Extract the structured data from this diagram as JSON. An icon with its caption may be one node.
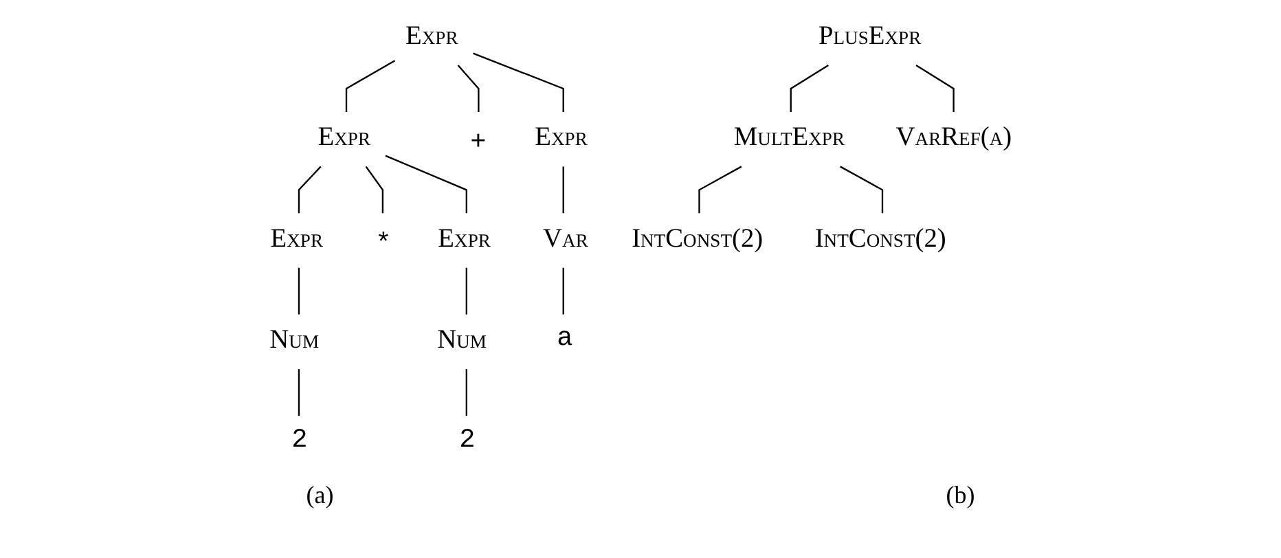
{
  "diagram": {
    "nodes": [
      {
        "text": [
          "Expr"
        ]
      },
      {
        "text": [
          "Expr"
        ]
      },
      {
        "text": [
          "+"
        ]
      },
      {
        "text": [
          "Expr"
        ]
      },
      {
        "text": [
          "Expr"
        ]
      },
      {
        "text": [
          "*"
        ]
      },
      {
        "text": [
          "Expr"
        ]
      },
      {
        "text": [
          "Var"
        ]
      },
      {
        "text": [
          "Num"
        ]
      },
      {
        "text": [
          "Num"
        ]
      },
      {
        "text": [
          "a"
        ]
      },
      {
        "text": [
          "2"
        ]
      },
      {
        "text": [
          "2"
        ]
      },
      {
        "text": [
          "PlusExpr"
        ]
      },
      {
        "text": [
          "MultExpr"
        ]
      },
      {
        "text": [
          "VarRef(a)"
        ]
      },
      {
        "text": [
          "IntConst(2)"
        ]
      },
      {
        "text": [
          "IntConst(2)"
        ]
      }
    ],
    "edges": [
      {
        "from": 0,
        "to": 1,
        "arrow": "none"
      },
      {
        "from": 0,
        "to": 2,
        "arrow": "none"
      },
      {
        "from": 0,
        "to": 3,
        "arrow": "none"
      },
      {
        "from": 1,
        "to": 4,
        "arrow": "none"
      },
      {
        "from": 1,
        "to": 5,
        "arrow": "none"
      },
      {
        "from": 1,
        "to": 6,
        "arrow": "none"
      },
      {
        "from": 3,
        "to": 7,
        "arrow": "none"
      },
      {
        "from": 4,
        "to": 8,
        "arrow": "none"
      },
      {
        "from": 6,
        "to": 9,
        "arrow": "none"
      },
      {
        "from": 7,
        "to": 10,
        "arrow": "none"
      },
      {
        "from": 8,
        "to": 11,
        "arrow": "none"
      },
      {
        "from": 9,
        "to": 12,
        "arrow": "none"
      },
      {
        "from": 13,
        "to": 14,
        "arrow": "none"
      },
      {
        "from": 13,
        "to": 15,
        "arrow": "none"
      },
      {
        "from": 14,
        "to": 16,
        "arrow": "none"
      },
      {
        "from": 14,
        "to": 17,
        "arrow": "none"
      }
    ],
    "labels": [
      "(a)",
      "(b)"
    ]
  }
}
